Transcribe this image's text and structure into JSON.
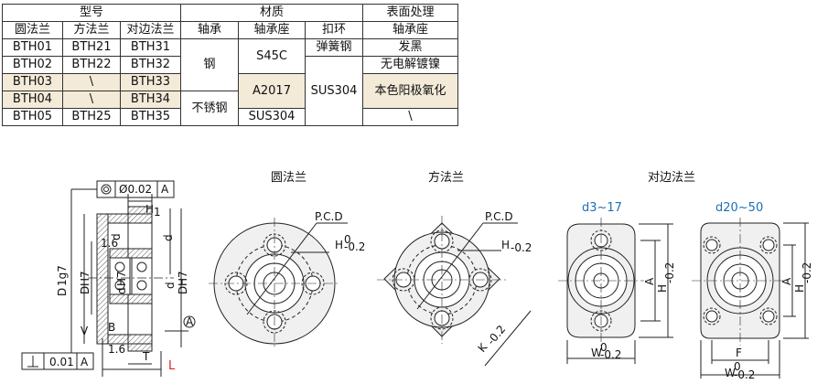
{
  "table": {
    "group_headers": {
      "model": "型号",
      "material": "材质",
      "surface": "表面处理"
    },
    "sub_headers": {
      "round": "圆法兰",
      "square": "方法兰",
      "opposite": "对边法兰",
      "bearing": "轴承",
      "housing": "轴承座",
      "retaining": "扣环",
      "surface_housing": "轴承座"
    },
    "rows": [
      [
        "BTH01",
        "BTH21",
        "BTH31"
      ],
      [
        "BTH02",
        "BTH22",
        "BTH32"
      ],
      [
        "BTH03",
        "\\",
        "BTH33"
      ],
      [
        "BTH04",
        "\\",
        "BTH34"
      ],
      [
        "BTH05",
        "BTH25",
        "BTH35"
      ]
    ],
    "bearing": {
      "steel": "钢",
      "stainless": "不锈钢"
    },
    "housing": {
      "s45c": "S45C",
      "a2017": "A2017",
      "sus304": "SUS304"
    },
    "retaining": {
      "spring_steel": "弹簧钢",
      "sus304": "SUS304"
    },
    "surface": {
      "black": "发黑",
      "nickel": "无电解镀镍",
      "anodize": "本色阳极氧化",
      "none": "\\"
    }
  },
  "views": {
    "round": "圆法兰",
    "square": "方法兰",
    "opposite": "对边法兰",
    "opp_small": "d3~17",
    "opp_large": "d20~50"
  },
  "section": {
    "coaxial_tol": "Ø0.02",
    "datum_a": "A",
    "perp_tol": "0.01",
    "H1": "H",
    "H1_sub": "1",
    "d2": "d",
    "d2_sub": "2",
    "d1": "d",
    "d1_sub": "1",
    "D": "D",
    "D_sub": "1g7",
    "DH7": "D",
    "DH7_sub": "H7",
    "dh7": "d",
    "dh7_sub": "H7",
    "d": "d",
    "Dh7": "D",
    "Dh7_sub": "H7",
    "V": "V",
    "B": "B",
    "T": "T",
    "L": "L",
    "rough": "1.6",
    "circleA": "A"
  },
  "dims": {
    "pcd": "P.C.D",
    "H": "H",
    "H_tol": "-0.2",
    "zero": "0",
    "K": "K",
    "A": "A",
    "W": "W",
    "F": "F"
  }
}
